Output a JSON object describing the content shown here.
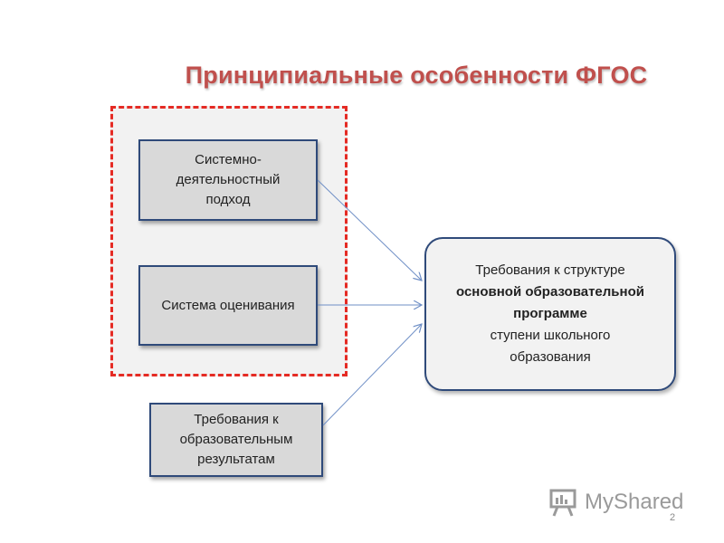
{
  "title": "Принципиальные особенности ФГОС",
  "boxes": {
    "box1": "Системно-\nдеятельностный\nподход",
    "box2": "Система оценивания",
    "box3": "Требования к\nобразовательным\nрезультатам"
  },
  "target": {
    "line1": "Требования к структуре",
    "line2": "основной образовательной",
    "line3": "программе",
    "line4": "ступени школьного",
    "line5": "образования"
  },
  "logo_text": "MyShared",
  "page_number": "2",
  "colors": {
    "title": "#c0504d",
    "dashed_border": "#e52b24",
    "box_fill": "#d9d9d9",
    "box_border": "#2f4a7a",
    "arrow": "#6f8fc6"
  }
}
